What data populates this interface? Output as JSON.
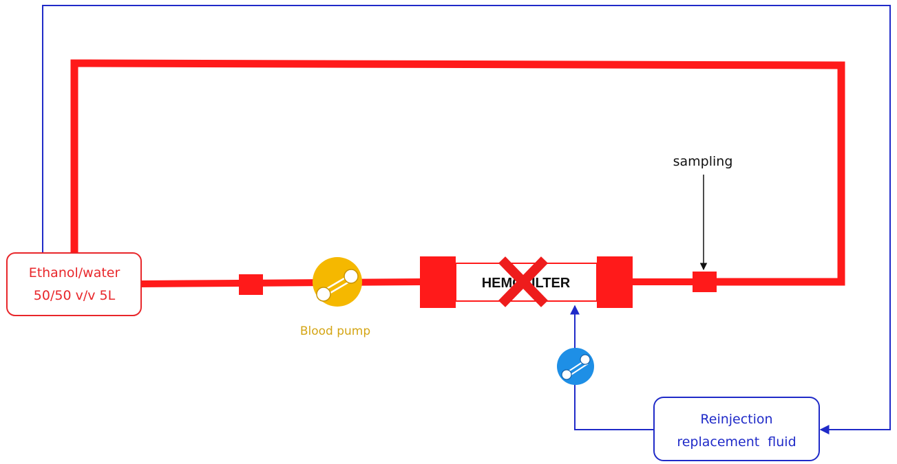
{
  "colors": {
    "blood_line": "#ff1a1a",
    "fluid_line": "#1f2ac8",
    "pump_blood": "#f5b800",
    "pump_fluid": "#1e8fe6",
    "text_red": "#e8262a",
    "text_blue": "#1f2ac8",
    "text_gold": "#d4a514"
  },
  "reservoir": {
    "line1": "Ethanol/water",
    "line2": "50/50 v/v 5L"
  },
  "pump": {
    "label": "Blood pump"
  },
  "filter": {
    "label": "HEMOFILTER",
    "crossed_out": true
  },
  "sampling": {
    "label": "sampling"
  },
  "replacement": {
    "line1": "Reinjection",
    "line2": "replacement  fluid"
  },
  "icons": {
    "blood_pump": "peristaltic-pump-icon",
    "reinjection_pump": "peristaltic-pump-icon",
    "cross": "x-mark-icon",
    "arrow": "arrow-icon"
  }
}
